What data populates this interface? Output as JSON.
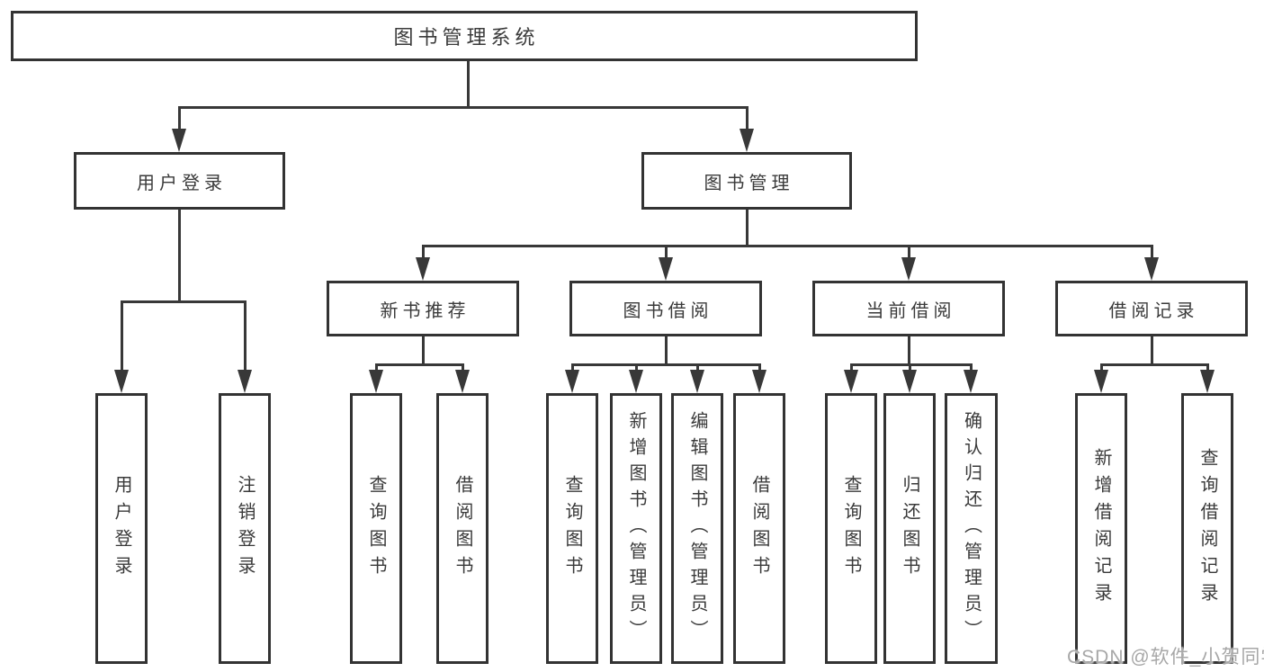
{
  "diagram": {
    "root": {
      "label": "图书管理系统"
    },
    "branches": [
      {
        "label": "用户登录",
        "children": [
          {
            "label": "用户登录"
          },
          {
            "label": "注销登录"
          }
        ]
      },
      {
        "label": "图书管理",
        "children": [
          {
            "label": "新书推荐",
            "children": [
              {
                "label": "查询图书"
              },
              {
                "label": "借阅图书"
              }
            ]
          },
          {
            "label": "图书借阅",
            "children": [
              {
                "label": "查询图书"
              },
              {
                "label": "新增图书（管理员）"
              },
              {
                "label": "编辑图书（管理员）"
              },
              {
                "label": "借阅图书"
              }
            ]
          },
          {
            "label": "当前借阅",
            "children": [
              {
                "label": "查询图书"
              },
              {
                "label": "归还图书"
              },
              {
                "label": "确认归还（管理员）"
              }
            ]
          },
          {
            "label": "借阅记录",
            "children": [
              {
                "label": "新增借阅记录"
              },
              {
                "label": "查询借阅记录"
              }
            ]
          }
        ]
      }
    ]
  },
  "watermark": {
    "text": "CSDN @软件_小贺同学"
  },
  "colors": {
    "line": "#383838",
    "box_border": "#333333",
    "text": "#3a3a3a",
    "watermark": "#a7a7a7",
    "background": "#ffffff"
  }
}
